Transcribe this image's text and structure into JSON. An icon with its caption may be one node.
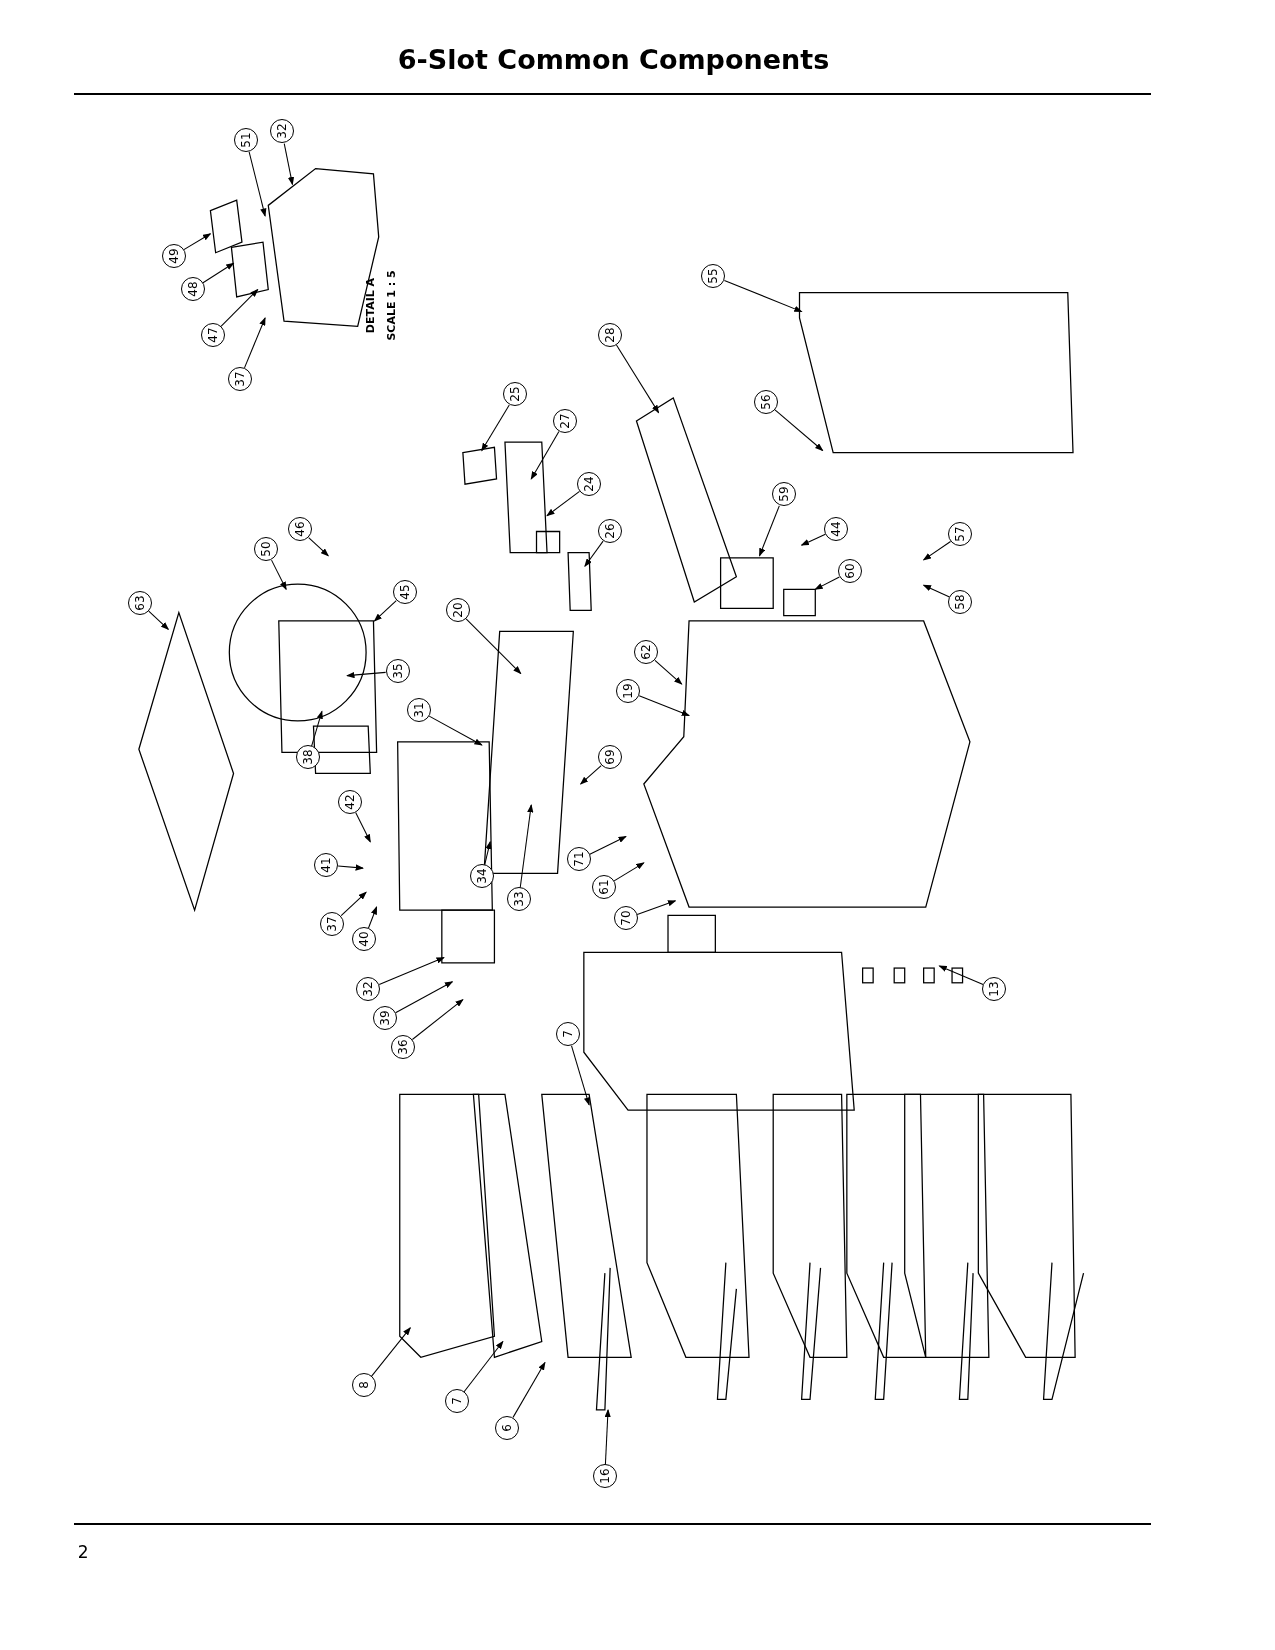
{
  "diagram": {
    "title": "6-Slot Common Components",
    "nodes": [
      {
        "text": [
          "51"
        ]
      },
      {
        "text": [
          "32"
        ]
      },
      {
        "text": [
          "49"
        ]
      },
      {
        "text": [
          "48"
        ]
      },
      {
        "text": [
          "47"
        ]
      },
      {
        "text": [
          "37"
        ]
      },
      {
        "text": [
          "55"
        ]
      },
      {
        "text": [
          "28"
        ]
      },
      {
        "text": [
          "25"
        ]
      },
      {
        "text": [
          "27"
        ]
      },
      {
        "text": [
          "24"
        ]
      },
      {
        "text": [
          "56"
        ]
      },
      {
        "text": [
          "26"
        ]
      },
      {
        "text": [
          "59"
        ]
      },
      {
        "text": [
          "44"
        ]
      },
      {
        "text": [
          "46"
        ]
      },
      {
        "text": [
          "50"
        ]
      },
      {
        "text": [
          "57"
        ]
      },
      {
        "text": [
          "60"
        ]
      },
      {
        "text": [
          "58"
        ]
      },
      {
        "text": [
          "63"
        ]
      },
      {
        "text": [
          "45"
        ]
      },
      {
        "text": [
          "20"
        ]
      },
      {
        "text": [
          "35"
        ]
      },
      {
        "text": [
          "62"
        ]
      },
      {
        "text": [
          "19"
        ]
      },
      {
        "text": [
          "31"
        ]
      },
      {
        "text": [
          "69"
        ]
      },
      {
        "text": [
          "38"
        ]
      },
      {
        "text": [
          "42"
        ]
      },
      {
        "text": [
          "41"
        ]
      },
      {
        "text": [
          "71"
        ]
      },
      {
        "text": [
          "34"
        ]
      },
      {
        "text": [
          "61"
        ]
      },
      {
        "text": [
          "33"
        ]
      },
      {
        "text": [
          "37"
        ]
      },
      {
        "text": [
          "40"
        ]
      },
      {
        "text": [
          "70"
        ]
      },
      {
        "text": [
          "13"
        ]
      },
      {
        "text": [
          "32"
        ]
      },
      {
        "text": [
          "39"
        ]
      },
      {
        "text": [
          "36"
        ]
      },
      {
        "text": [
          "7"
        ]
      },
      {
        "text": [
          "8"
        ]
      },
      {
        "text": [
          "7"
        ]
      },
      {
        "text": [
          "6"
        ]
      },
      {
        "text": [
          "16"
        ]
      }
    ],
    "edges": [
      {
        "from": 0,
        "to": null,
        "arrow": "to"
      },
      {
        "from": 1,
        "to": null,
        "arrow": "to"
      },
      {
        "from": 2,
        "to": null,
        "arrow": "to"
      },
      {
        "from": 3,
        "to": null,
        "arrow": "to"
      },
      {
        "from": 4,
        "to": null,
        "arrow": "to"
      },
      {
        "from": 5,
        "to": null,
        "arrow": "to"
      },
      {
        "from": 6,
        "to": null,
        "arrow": "to"
      },
      {
        "from": 7,
        "to": null,
        "arrow": "to"
      },
      {
        "from": 8,
        "to": null,
        "arrow": "to"
      },
      {
        "from": 9,
        "to": null,
        "arrow": "to"
      },
      {
        "from": 10,
        "to": null,
        "arrow": "to"
      },
      {
        "from": 11,
        "to": null,
        "arrow": "to"
      },
      {
        "from": 12,
        "to": null,
        "arrow": "to"
      },
      {
        "from": 13,
        "to": null,
        "arrow": "to"
      },
      {
        "from": 14,
        "to": null,
        "arrow": "to"
      },
      {
        "from": 15,
        "to": null,
        "arrow": "to"
      },
      {
        "from": 16,
        "to": null,
        "arrow": "to"
      },
      {
        "from": 17,
        "to": null,
        "arrow": "to"
      },
      {
        "from": 18,
        "to": null,
        "arrow": "to"
      },
      {
        "from": 19,
        "to": null,
        "arrow": "to"
      },
      {
        "from": 20,
        "to": null,
        "arrow": "to"
      },
      {
        "from": 21,
        "to": null,
        "arrow": "to"
      },
      {
        "from": 22,
        "to": null,
        "arrow": "to"
      },
      {
        "from": 23,
        "to": null,
        "arrow": "to"
      },
      {
        "from": 24,
        "to": null,
        "arrow": "to"
      },
      {
        "from": 25,
        "to": null,
        "arrow": "to"
      },
      {
        "from": 26,
        "to": null,
        "arrow": "to"
      },
      {
        "from": 27,
        "to": null,
        "arrow": "to"
      },
      {
        "from": 28,
        "to": null,
        "arrow": "to"
      },
      {
        "from": 29,
        "to": null,
        "arrow": "to"
      },
      {
        "from": 30,
        "to": null,
        "arrow": "to"
      },
      {
        "from": 31,
        "to": null,
        "arrow": "to"
      },
      {
        "from": 32,
        "to": null,
        "arrow": "to"
      },
      {
        "from": 33,
        "to": null,
        "arrow": "to"
      },
      {
        "from": 34,
        "to": null,
        "arrow": "to"
      },
      {
        "from": 35,
        "to": null,
        "arrow": "to"
      },
      {
        "from": 36,
        "to": null,
        "arrow": "to"
      },
      {
        "from": 37,
        "to": null,
        "arrow": "to"
      },
      {
        "from": 38,
        "to": null,
        "arrow": "to"
      },
      {
        "from": 39,
        "to": null,
        "arrow": "to"
      },
      {
        "from": 40,
        "to": null,
        "arrow": "to"
      },
      {
        "from": 41,
        "to": null,
        "arrow": "to"
      },
      {
        "from": 42,
        "to": null,
        "arrow": "to"
      },
      {
        "from": 43,
        "to": null,
        "arrow": "to"
      },
      {
        "from": 44,
        "to": null,
        "arrow": "to"
      },
      {
        "from": 45,
        "to": null,
        "arrow": "to"
      },
      {
        "from": 46,
        "to": null,
        "arrow": "to"
      }
    ],
    "labels": [
      "DETAIL A",
      "SCALE 1 : 5",
      "2"
    ]
  }
}
